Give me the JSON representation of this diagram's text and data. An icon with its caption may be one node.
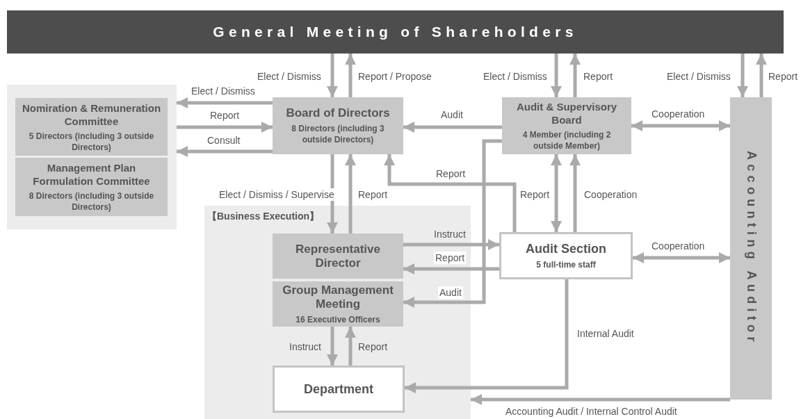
{
  "diagram": {
    "nodes": [
      {
        "text": [
          "General Meeting of Shareholders"
        ]
      },
      {
        "text": [],
        "shape": "box"
      },
      {
        "text": [
          "Nomiration & Remuneration Committee",
          "5 Directors (including 3 outside Directors)"
        ],
        "in": 1
      },
      {
        "text": [
          "Management Plan Formulation Committee",
          "8 Directors (including 3 outside Directors)"
        ],
        "in": 1
      },
      {
        "text": [
          "Board of Directors",
          "8 Directors (including 3 outside Directors)"
        ]
      },
      {
        "text": [
          "Audit & Supervisory Board",
          "4 Member (including 2 outside Member)"
        ]
      },
      {
        "text": [
          "Accounting Auditor"
        ]
      },
      {
        "text": [
          "【Business Execution】"
        ]
      },
      {
        "text": [
          "Representative Director"
        ],
        "in": 7
      },
      {
        "text": [
          "Group Management Meeting",
          "16 Executive Officers"
        ],
        "in": 7
      },
      {
        "text": [
          "Audit Section",
          "5 full-time staff"
        ]
      },
      {
        "text": [
          "Department"
        ],
        "in": 7
      }
    ],
    "edges": [
      {
        "from": 0,
        "to": 4,
        "arrow": "to",
        "label": "Elect / Dismiss"
      },
      {
        "from": 4,
        "to": 0,
        "arrow": "to",
        "label": "Report / Propose"
      },
      {
        "from": 0,
        "to": 5,
        "arrow": "to",
        "label": "Elect / Dismiss"
      },
      {
        "from": 5,
        "to": 0,
        "arrow": "to",
        "label": "Report"
      },
      {
        "from": 0,
        "to": 6,
        "arrow": "to",
        "label": "Elect / Dismiss"
      },
      {
        "from": 6,
        "to": 0,
        "arrow": "to",
        "label": "Report"
      },
      {
        "from": 4,
        "to": 1,
        "arrow": "to",
        "label": "Elect / Dismiss"
      },
      {
        "from": 1,
        "to": 4,
        "arrow": "to",
        "label": "Report"
      },
      {
        "from": 4,
        "to": 1,
        "arrow": "to",
        "label": "Consult"
      },
      {
        "from": 5,
        "to": 4,
        "arrow": "to",
        "label": "Audit"
      },
      {
        "from": 5,
        "to": 6,
        "arrow": "both",
        "label": "Cooperation"
      },
      {
        "from": 4,
        "to": 8,
        "arrow": "to",
        "label": "Elect / Dismiss / Supervise"
      },
      {
        "from": 8,
        "to": 4,
        "arrow": "to",
        "label": "Report"
      },
      {
        "from": 10,
        "to": 4,
        "arrow": "to",
        "label": "Report"
      },
      {
        "from": 5,
        "to": 9,
        "arrow": "to",
        "label": "Audit"
      },
      {
        "from": 10,
        "to": 5,
        "arrow": "both",
        "label": "Report"
      },
      {
        "from": 10,
        "to": 5,
        "arrow": "to",
        "label": "Cooperation"
      },
      {
        "from": 8,
        "to": 10,
        "arrow": "to",
        "label": "Instruct"
      },
      {
        "from": 10,
        "to": 8,
        "arrow": "to",
        "label": "Report"
      },
      {
        "from": 10,
        "to": 6,
        "arrow": "both",
        "label": "Cooperation"
      },
      {
        "from": 9,
        "to": 11,
        "arrow": "to",
        "label": "Instruct"
      },
      {
        "from": 11,
        "to": 9,
        "arrow": "to",
        "label": "Report"
      },
      {
        "from": 10,
        "to": 11,
        "arrow": "to",
        "label": "Internal Audit"
      },
      {
        "from": 6,
        "to": 7,
        "arrow": "to",
        "label": "Accounting Audit / Internal Control Audit"
      }
    ]
  }
}
